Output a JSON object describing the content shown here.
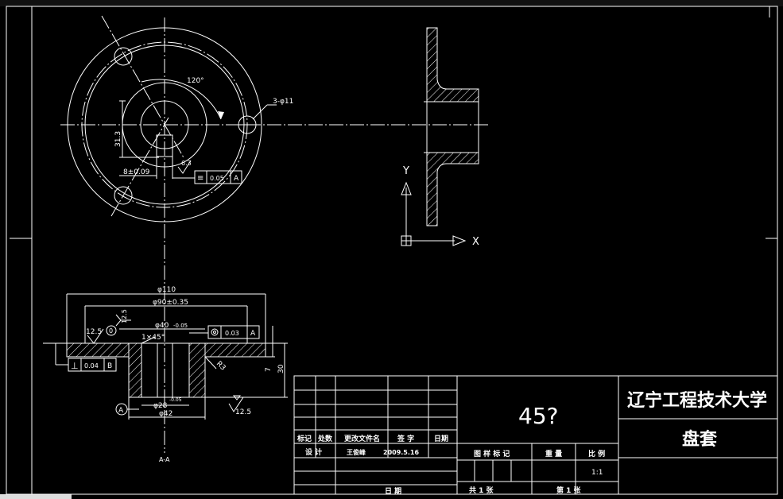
{
  "dimensions": {
    "pcd_angle": "120°",
    "holes": "3-φ11",
    "key_depth": "31.3",
    "key_width": "8±0.09",
    "rough_key": "6.3",
    "sym_tol": "0.05",
    "datum_a": "A",
    "overall_dia": "φ110",
    "bolt_circle": "φ90±0.35",
    "bore_dia": "φ40",
    "bore_tol": "-0.05",
    "chamfer": "1×45°",
    "rough_left": "12.5",
    "rough_top": "12.5",
    "rough_mark": "0",
    "conc_tol": "0.03",
    "perp_tol": "0.04",
    "datum_b": "B",
    "total_height": "30",
    "flange_thk": "7",
    "fillet": "R3",
    "inner_dia": "φ28",
    "inner_tol": "-0.05",
    "hub_dia": "φ42",
    "rough_bottom": "12.5",
    "section_label": "A-A"
  },
  "ucs": {
    "y": "Y",
    "x": "X"
  },
  "title_block": {
    "material": "45?",
    "school": "辽宁工程技术大学",
    "part_name": "盘套",
    "hdr_mark": "标记",
    "hdr_count": "处数",
    "hdr_doc": "更改文件名",
    "hdr_sign": "签 字",
    "hdr_date": "日期",
    "design_label": "设 计",
    "designer": "王俊峰",
    "design_date": "2009.5.16",
    "date_label": "日 期",
    "stage_label": "图 样 标 记",
    "weight_label": "重 量",
    "scale_label": "比 例",
    "scale_value": "1:1",
    "sheets_total": "共 1 张",
    "sheet_no": "第 1 张"
  }
}
